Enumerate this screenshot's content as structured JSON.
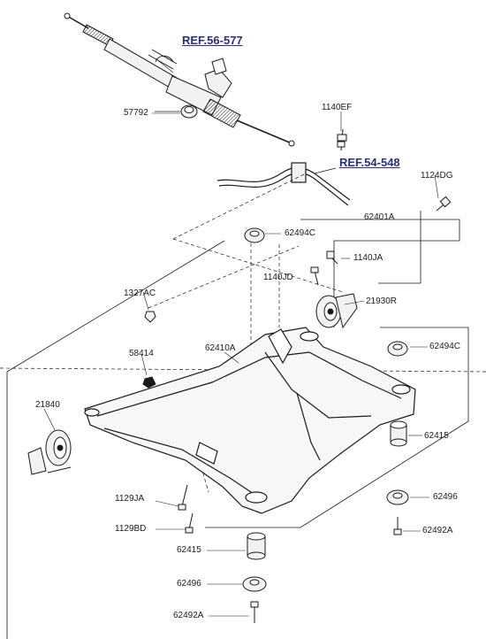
{
  "references": {
    "steering_ref": "REF.56-577",
    "stabilizer_ref": "REF.54-548"
  },
  "parts": {
    "p57792": "57792",
    "p1140EF": "1140EF",
    "p1124DG": "1124DG",
    "p62401A": "62401A",
    "p62494C_top": "62494C",
    "p1140JA": "1140JA",
    "p1140JD": "1140JD",
    "p1327AC": "1327AC",
    "p21930R": "21930R",
    "p62494C_right": "62494C",
    "p58414": "58414",
    "p62410A": "62410A",
    "p21840": "21840",
    "p62415_right": "62415",
    "p1129JA": "1129JA",
    "p62496_right": "62496",
    "p1129BD": "1129BD",
    "p62492A_right": "62492A",
    "p62415_bottom": "62415",
    "p62496_bottom": "62496",
    "p62492A_bottom": "62492A"
  },
  "colors": {
    "line": "#1a1a1a",
    "part_fill": "#f2f2f2",
    "reference_text": "#2b2f78"
  }
}
